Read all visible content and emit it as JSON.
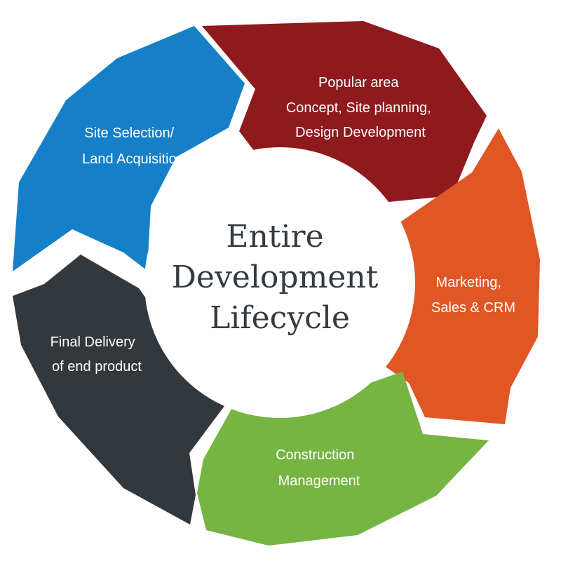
{
  "center": {
    "lines": [
      "Entire",
      "Development",
      "Lifecycle"
    ]
  },
  "segments": [
    {
      "id": "popular-area",
      "color": "#8e1a1e",
      "lines": [
        "Popular area",
        "Concept, Site planning,",
        "Design Development"
      ]
    },
    {
      "id": "marketing",
      "color": "#e05625",
      "lines": [
        "Marketing,",
        "Sales & CRM"
      ]
    },
    {
      "id": "construction",
      "color": "#76b443",
      "lines": [
        "Construction",
        "Management"
      ]
    },
    {
      "id": "final-delivery",
      "color": "#33383c",
      "lines": [
        "Final Delivery",
        "of end product"
      ]
    },
    {
      "id": "site-selection",
      "color": "#1580c8",
      "lines": [
        "Site Selection/",
        "Land Acquisition"
      ]
    }
  ]
}
